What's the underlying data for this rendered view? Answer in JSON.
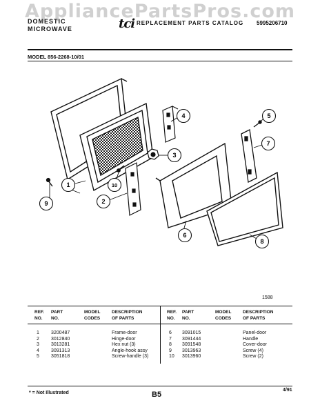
{
  "watermark": "AppliancePartsPros.com",
  "header": {
    "category_line1": "DOMESTIC",
    "category_line2": "MICROWAVE",
    "logo": "tci",
    "catalog_title": "REPLACEMENT PARTS CATALOG",
    "catalog_number": "5995206710"
  },
  "model": "MODEL 856-2268-10/01",
  "callouts": [
    "1",
    "2",
    "3",
    "4",
    "5",
    "6",
    "7",
    "8",
    "9",
    "10"
  ],
  "figure_number": "1588",
  "table": {
    "headers": {
      "ref": "REF.\nNO.",
      "part": "PART\nNO.",
      "model_codes": "MODEL\nCODES",
      "description": "DESCRIPTION\nOF PARTS"
    },
    "left_rows": [
      {
        "ref": "1",
        "part": "3200487",
        "desc": "Frame-door"
      },
      {
        "ref": "2",
        "part": "3012840",
        "desc": "Hinge-door"
      },
      {
        "ref": "3",
        "part": "3013281",
        "desc": "Hex nut (3)"
      },
      {
        "ref": "4",
        "part": "3091313",
        "desc": "Angle-hook assy"
      },
      {
        "ref": "5",
        "part": "3051818",
        "desc": "Screw-handle (3)"
      }
    ],
    "right_rows": [
      {
        "ref": "6",
        "part": "3091015",
        "desc": "Panel-door"
      },
      {
        "ref": "7",
        "part": "3091444",
        "desc": "Handle"
      },
      {
        "ref": "8",
        "part": "3091548",
        "desc": "Cover-door"
      },
      {
        "ref": "9",
        "part": "3013963",
        "desc": "Screw (4)"
      },
      {
        "ref": "10",
        "part": "3013960",
        "desc": "Screw (2)"
      }
    ]
  },
  "footer": {
    "note": "* = Not Illustrated",
    "page_code": "B5",
    "date": "4/91"
  }
}
